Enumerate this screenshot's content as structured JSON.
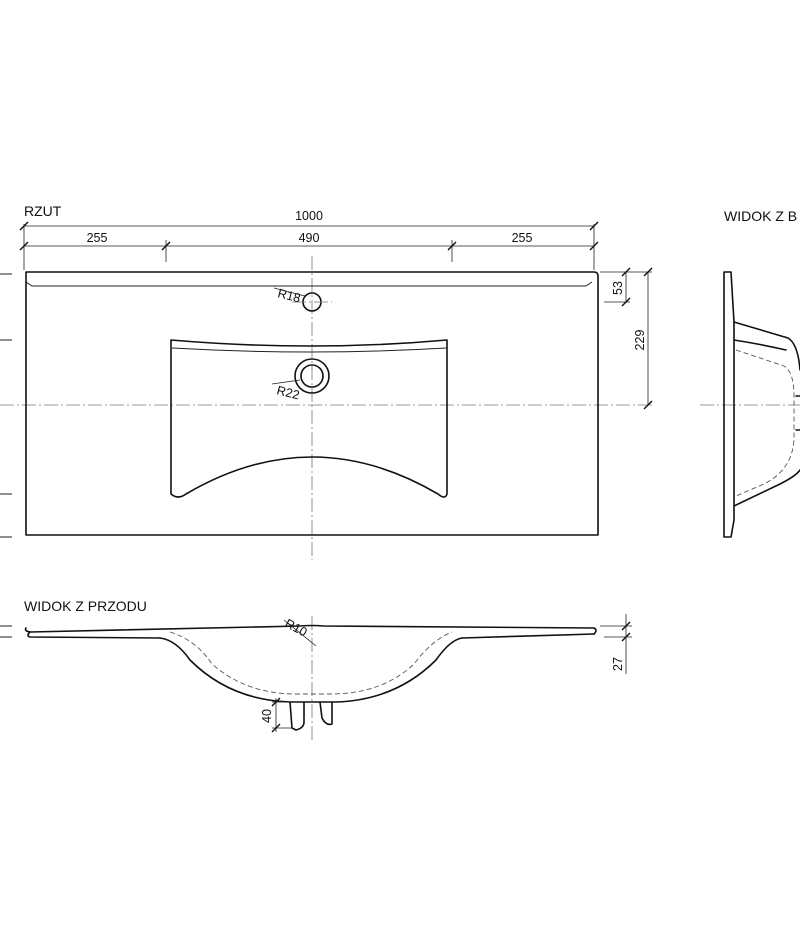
{
  "views": {
    "plan": "RZUT",
    "side": "WIDOK Z B",
    "front": "WIDOK Z PRZODU"
  },
  "dimensions": {
    "overall_width": "1000",
    "left_segment": "255",
    "middle_segment": "490",
    "right_segment": "255",
    "tap_hole_offset": "53",
    "drain_offset": "229",
    "front_height": "27",
    "waste_height": "40"
  },
  "radii": {
    "tap_hole": "R18",
    "drain": "R22",
    "front_edge": "R10"
  }
}
